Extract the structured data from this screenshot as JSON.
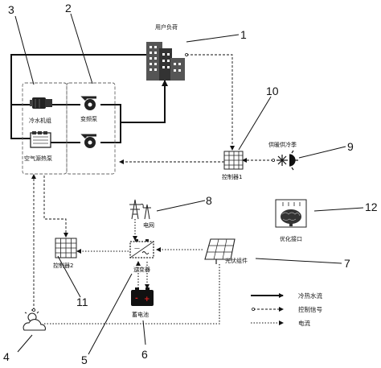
{
  "labels": {
    "user_load": "用户负荷",
    "chiller": "冷水机组",
    "vfd_pump": "变频泵",
    "air_source_heat_pump": "空气源热泵",
    "controller1": "控制器1",
    "controller2": "控制器2",
    "heating_cooling_season": "供暖供冷季",
    "grid": "电网",
    "inverter": "逆变器",
    "pv_module": "光伏组件",
    "battery": "蓄电池",
    "optimization_interface": "优化接口"
  },
  "callouts": [
    "1",
    "2",
    "3",
    "4",
    "5",
    "6",
    "7",
    "8",
    "9",
    "10",
    "11",
    "12"
  ],
  "legend": {
    "hot_cold_water": "冷热水流",
    "control_signal": "控制信号",
    "current": "电流"
  },
  "icons": [
    "building-icon",
    "chiller-icon",
    "pump-icon",
    "heat-pump-unit-icon",
    "controller-grid-icon",
    "snowflake-sun-icon",
    "power-tower-icon",
    "inverter-icon",
    "solar-panel-icon",
    "battery-icon",
    "brain-icon",
    "cloud-sun-icon"
  ]
}
